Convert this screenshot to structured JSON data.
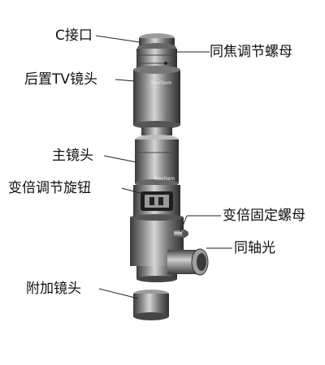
{
  "labels": {
    "c_mount": "C接口",
    "focus_nut": "同焦调节螺母",
    "rear_tv_lens": "后置TV镜头",
    "main_lens": "主镜头",
    "zoom_knob": "变倍调节旋钮",
    "zoom_lock_nut": "变倍固定螺母",
    "coaxial_light": "同轴光",
    "aux_lens": "附加镜头"
  },
  "brand_marks": [
    "Navitem",
    "Navitem"
  ],
  "colors": {
    "label_text": "#111111",
    "leader_line": "#222222",
    "body_gray": "#8a8a8a"
  }
}
